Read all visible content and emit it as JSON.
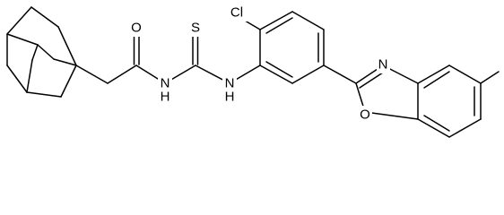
{
  "structure": {
    "atoms": {
      "O_carbonyl": "O",
      "NH_amide": "N",
      "H_amide": "H",
      "S_thio": "S",
      "NH_aryl": "N",
      "H_aryl": "H",
      "Cl": "Cl",
      "N_oxazole": "N",
      "O_oxazole": "O"
    }
  }
}
